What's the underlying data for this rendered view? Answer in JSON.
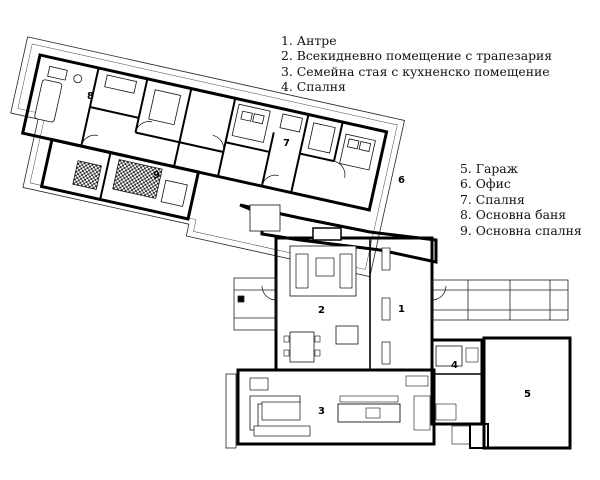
{
  "legend_top": [
    "1. Антре",
    "2. Всекидневно помещение с трапезария",
    "3. Семейна стая с кухненско помещение",
    "4. Спалня"
  ],
  "legend_right": [
    "5. Гараж",
    "6. Офис",
    "7. Спалня",
    "8. Основна баня",
    "9. Основна спалня"
  ],
  "room_numbers": [
    "1",
    "2",
    "3",
    "4",
    "5",
    "6",
    "7",
    "8",
    "9"
  ]
}
